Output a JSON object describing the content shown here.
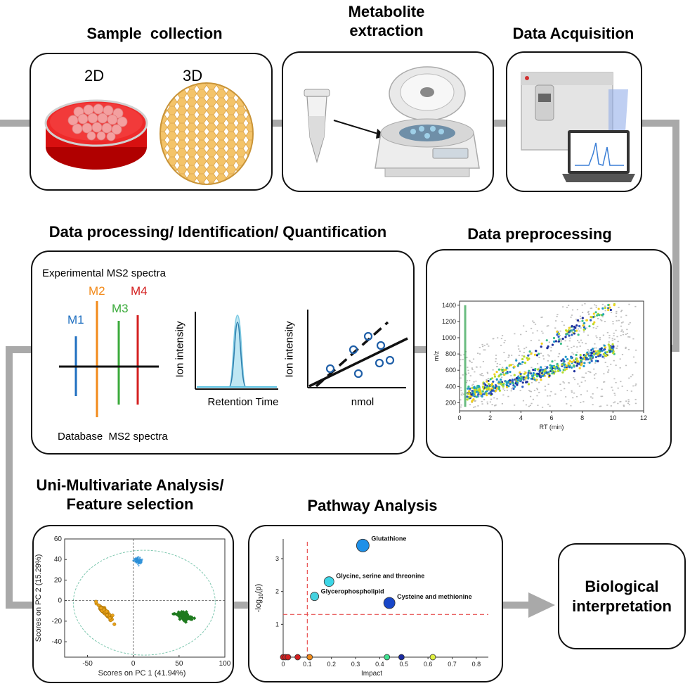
{
  "titles": {
    "sample": "Sample  collection",
    "extraction_1": "Metabolite",
    "extraction_2": "extraction",
    "acquisition": "Data Acquisition",
    "processing": "Data processing/ Identification/ Quantification",
    "preprocessing": "Data preprocessing",
    "multivariate_1": "Uni-Multivariate Analysis/",
    "multivariate_2": "Feature selection",
    "pathway": "Pathway Analysis",
    "bio_1": "Biological",
    "bio_2": "interpretation"
  },
  "sample": {
    "label_2d": "2D",
    "label_3d": "3D"
  },
  "processing": {
    "spectra_title": "Experimental MS2 spectra",
    "m1": "M1",
    "m2": "M2",
    "m3": "M3",
    "m4": "M4",
    "db_label": "Database  MS2 spectra",
    "chrom_ylabel": "Ion intensity",
    "chrom_xlabel": "Retention Time",
    "cal_ylabel": "Ion intensity",
    "cal_xlabel": "nmol"
  },
  "colors": {
    "m1": "#1f6fc0",
    "m2": "#f28a1a",
    "m3": "#3aaa3a",
    "m4": "#d42020",
    "flow": "#a9a9a9",
    "pca_blue": "#2a8fd8",
    "pca_orange": "#e8a21a",
    "pca_green": "#1e7a1e"
  },
  "chart_data": [
    {
      "type": "scatter",
      "id": "preprocessing",
      "xlabel": "RT (min)",
      "ylabel": "m/z",
      "xlim": [
        0,
        12
      ],
      "ylim": [
        100,
        1450
      ],
      "xticks": [
        0,
        2,
        4,
        6,
        8,
        10,
        12
      ],
      "yticks": [
        200,
        400,
        600,
        800,
        1000,
        1200,
        1400
      ]
    },
    {
      "type": "scatter",
      "id": "pca",
      "xlabel": "Scores on PC 1 (41.94%)",
      "ylabel": "Scores on PC 2 (15.29%)",
      "xlim": [
        -75,
        100
      ],
      "ylim": [
        -55,
        60
      ],
      "xticks": [
        -50,
        0,
        50,
        100
      ],
      "yticks": [
        -40,
        -20,
        0,
        20,
        40,
        60
      ],
      "series": [
        {
          "color": "blue",
          "center": [
            5,
            38
          ]
        },
        {
          "color": "orange",
          "center": [
            -30,
            -12
          ]
        },
        {
          "color": "green",
          "center": [
            55,
            -15
          ]
        }
      ]
    },
    {
      "type": "scatter",
      "id": "pathway",
      "xlabel": "Impact",
      "ylabel": "-log10(p)",
      "xlim": [
        0,
        0.85
      ],
      "ylim": [
        0,
        3.6
      ],
      "xticks": [
        0,
        0.1,
        0.2,
        0.3,
        0.4,
        0.5,
        0.6,
        0.7,
        0.8
      ],
      "yticks": [
        1,
        2,
        3
      ],
      "points": [
        {
          "label": "Glutathione",
          "x": 0.33,
          "y": 3.4,
          "color": "#1e90e8"
        },
        {
          "label": "Glycine, serine and threonine",
          "x": 0.19,
          "y": 2.3,
          "color": "#3cd6e6"
        },
        {
          "label": "Glycerophospholipid",
          "x": 0.13,
          "y": 1.85,
          "color": "#44d2e0"
        },
        {
          "label": "Cysteine and methionine",
          "x": 0.44,
          "y": 1.65,
          "color": "#1846c8"
        },
        {
          "label": "",
          "x": 0.0,
          "y": 0.0,
          "color": "#d42020"
        },
        {
          "label": "",
          "x": 0.01,
          "y": 0.0,
          "color": "#d42020"
        },
        {
          "label": "",
          "x": 0.02,
          "y": 0.0,
          "color": "#d42020"
        },
        {
          "label": "",
          "x": 0.06,
          "y": 0.0,
          "color": "#d42020"
        },
        {
          "label": "",
          "x": 0.11,
          "y": 0.0,
          "color": "#f08a1a"
        },
        {
          "label": "",
          "x": 0.43,
          "y": 0.0,
          "color": "#40e090"
        },
        {
          "label": "",
          "x": 0.49,
          "y": 0.0,
          "color": "#1a2aa0"
        },
        {
          "label": "",
          "x": 0.62,
          "y": 0.0,
          "color": "#e0f040"
        }
      ]
    }
  ]
}
